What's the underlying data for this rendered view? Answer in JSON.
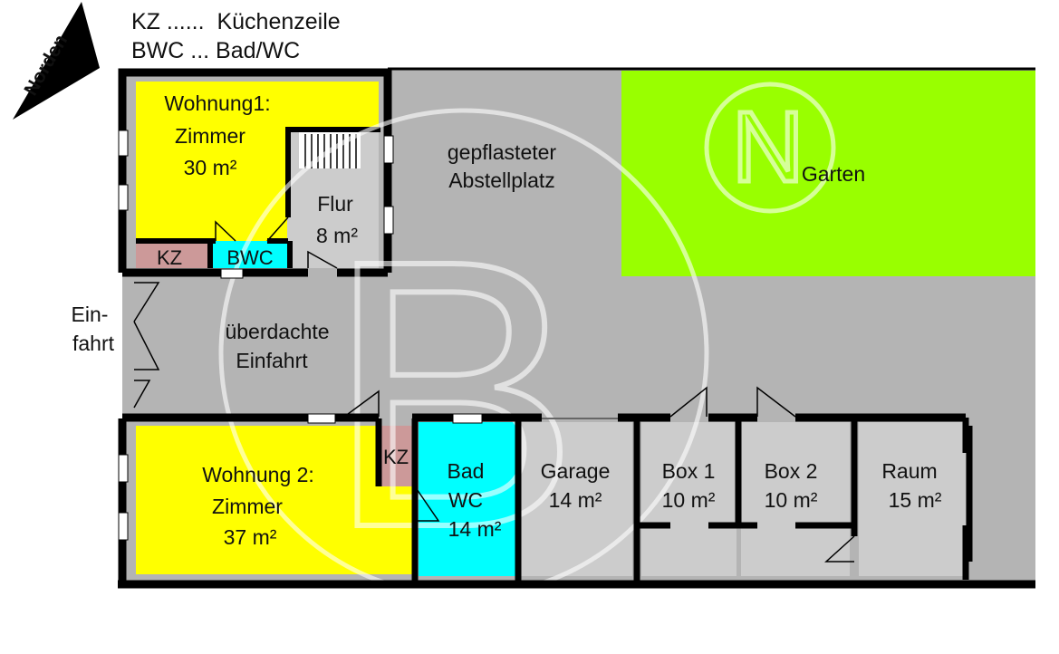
{
  "legend": {
    "kz": "KZ ......  Küchenzeile",
    "bwc": "BWC ... Bad/WC"
  },
  "compass": {
    "label": "Norden"
  },
  "watermark": {
    "small_letter": "N",
    "large_letter": "B"
  },
  "rooms": {
    "wohnung1": {
      "line1": "Wohnung1:",
      "line2": "Zimmer",
      "line3": "30 m²"
    },
    "kz1": "KZ",
    "bwc1": "BWC",
    "flur": {
      "line1": "Flur",
      "line2": "8 m²"
    },
    "abstellplatz": {
      "line1": "gepflasteter",
      "line2": "Abstellplatz"
    },
    "garten": "Garten",
    "einfahrt": {
      "line1": "Ein-",
      "line2": "fahrt"
    },
    "ueberdacht": {
      "line1": "überdachte",
      "line2": "Einfahrt"
    },
    "wohnung2": {
      "line1": "Wohnung 2:",
      "line2": "Zimmer",
      "line3": "37 m²"
    },
    "kz2": "KZ",
    "bad": {
      "line1": "Bad",
      "line2": "WC",
      "line3": "14 m²"
    },
    "garage": {
      "line1": "Garage",
      "line2": "14 m²"
    },
    "box1": {
      "line1": "Box 1",
      "line2": "10 m²"
    },
    "box2": {
      "line1": "Box 2",
      "line2": "10 m²"
    },
    "raum": {
      "line1": "Raum",
      "line2": "15 m²"
    }
  },
  "colors": {
    "courtyard": "#b4b4b4",
    "apartment": "#ffff00",
    "kitchenette": "#cc9999",
    "bathroom": "#00ffff",
    "garden": "#99ff00",
    "storage": "#cccccc",
    "wall": "#000000",
    "watermark": "#ffffff"
  }
}
